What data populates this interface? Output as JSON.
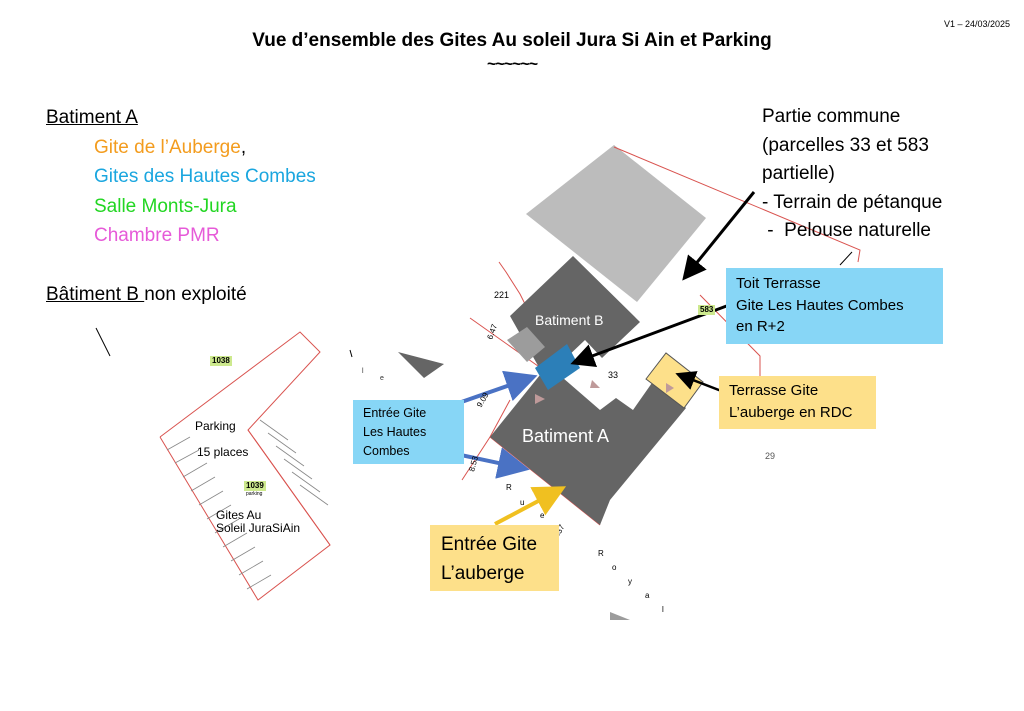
{
  "header": {
    "version": "V1 – 24/03/2025",
    "title": "Vue d’ensemble des Gites Au soleil Jura Si Ain et Parking",
    "tilde": "~~~~~~"
  },
  "legend": {
    "batiment_a": "Batiment A",
    "items": [
      {
        "label": "Gite de l’Auberge",
        "suffix": ",",
        "color": "#f39c1e"
      },
      {
        "label": "Gites des Hautes Combes",
        "suffix": "",
        "color": "#1aa6df"
      },
      {
        "label": "Salle Monts-Jura",
        "suffix": "",
        "color": "#22d622"
      },
      {
        "label": "Chambre PMR",
        "suffix": "",
        "color": "#e65ad8"
      }
    ],
    "batiment_b": "Bâtiment B ",
    "batiment_b_status": "non exploité"
  },
  "common_area": {
    "lines": [
      "Partie commune",
      "(parcelles 33 et 583",
      "partielle)",
      "- Terrain de pétanque",
      " -  Pelouse naturelle"
    ]
  },
  "callouts": {
    "toit_terrasse": [
      "Toit Terrasse",
      "Gite Les Hautes Combes",
      "en R+2"
    ],
    "terrasse_gite": [
      "Terrasse Gite",
      "L’auberge en RDC"
    ],
    "entree_hautes_combes": [
      "Entrée Gite",
      "Les Hautes",
      "Combes"
    ],
    "entree_auberge": [
      "Entrée Gite",
      "L’auberge"
    ]
  },
  "map": {
    "building_b": "Batiment B",
    "building_a": "Batiment A",
    "parking": "Parking",
    "parking_places": "15 places",
    "parking_plot": "1039",
    "parking_plot_sub": "parking",
    "parking_owner_1": "Gites Au",
    "parking_owner_2": "Soleil JuraSiAin",
    "plot_1038": "1038",
    "plot_583": "583",
    "plot_33": "33",
    "plot_29": "29",
    "plot_221": "221",
    "dim_647": "6.47",
    "dim_909": "9.09",
    "dim_853": "8.53",
    "dim_937": "9.37",
    "street_letters": [
      "R",
      "u",
      "e",
      "R",
      "o",
      "y",
      "a",
      "l"
    ],
    "colors": {
      "building": "#656565",
      "common": "#bcbcbc",
      "parcel_line": "#d9534f",
      "blue_arrow": "#4a72c4",
      "yellow_arrow": "#f0c020",
      "toit": "#2c7fb8",
      "terrasse": "#fde08a"
    }
  }
}
